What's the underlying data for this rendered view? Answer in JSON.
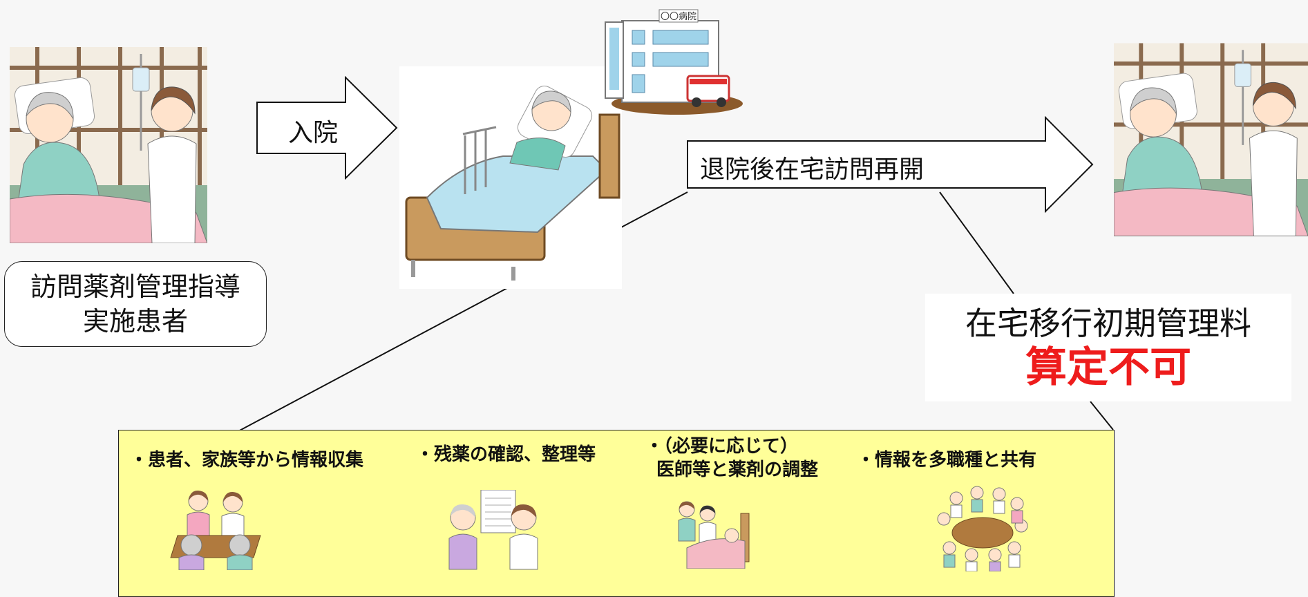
{
  "patient_label": {
    "line1": "訪問薬剤管理指導",
    "line2": "実施患者"
  },
  "admission_label": "入院",
  "hospital_sign": "〇〇病院",
  "discharge_label": "退院後在宅訪問再開",
  "result": {
    "main": "在宅移行初期管理料",
    "sub": "算定不可"
  },
  "activities": [
    {
      "line1": "・患者、家族等から情報収集",
      "line2": ""
    },
    {
      "line1": "・残薬の確認、整理等",
      "line2": ""
    },
    {
      "line1": "・（必要に応じて）",
      "line2": "医師等と薬剤の調整"
    },
    {
      "line1": "・情報を多職種と共有",
      "line2": ""
    }
  ],
  "colors": {
    "highlight": "#ffff99",
    "alert": "#ee1c1c"
  }
}
